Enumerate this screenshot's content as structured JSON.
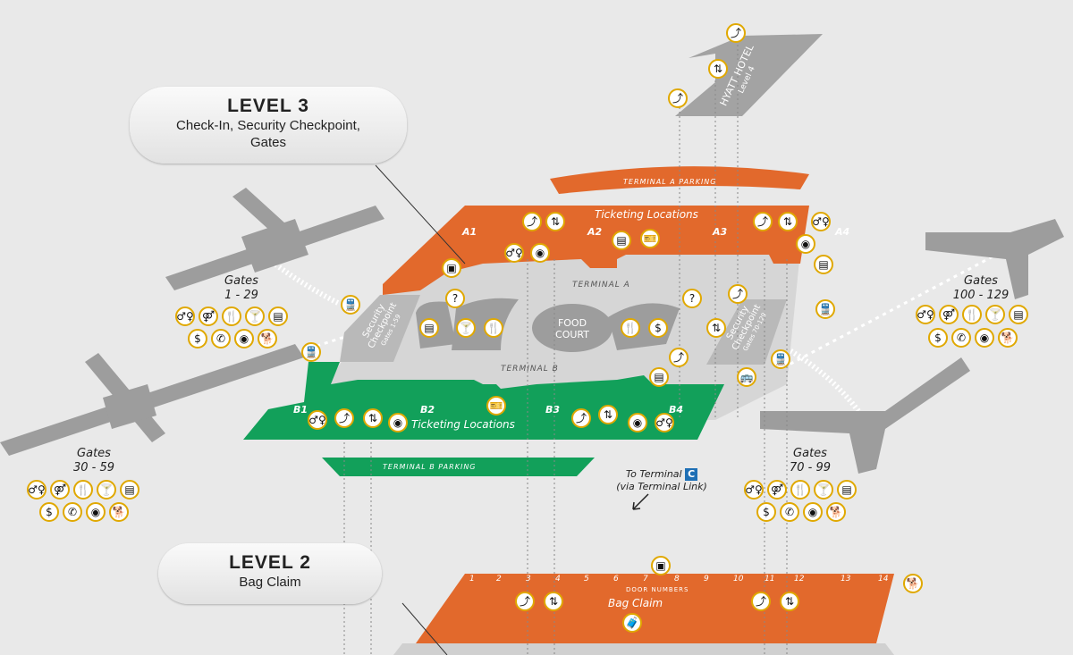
{
  "level3": {
    "title": "LEVEL 3",
    "line1": "Check-In, Security Checkpoint,",
    "line2": "Gates"
  },
  "level2": {
    "title": "LEVEL 2",
    "line1": "Bag Claim"
  },
  "terminal_a": {
    "parking": "TERMINAL A PARKING",
    "ticketing": "Ticketing Locations",
    "concourse": "TERMINAL A",
    "zones": [
      "A1",
      "A2",
      "A3",
      "A4"
    ]
  },
  "terminal_b": {
    "parking": "TERMINAL B PARKING",
    "ticketing": "Ticketing Locations",
    "concourse": "TERMINAL B",
    "zones": [
      "B1",
      "B2",
      "B3",
      "B4"
    ]
  },
  "food_court": {
    "line1": "FOOD",
    "line2": "COURT"
  },
  "checkpoint_left": {
    "line1": "Security",
    "line2": "Checkpoint",
    "gates": "Gates 1-59"
  },
  "checkpoint_right": {
    "line1": "Security",
    "line2": "Checkpoint",
    "gates": "Gates 70-129"
  },
  "hotel": {
    "name": "HYATT HOTEL",
    "level": "Level 4"
  },
  "gates_groups": [
    {
      "label": "Gates",
      "range": "1 - 29"
    },
    {
      "label": "Gates",
      "range": "30 - 59"
    },
    {
      "label": "Gates",
      "range": "70 - 99"
    },
    {
      "label": "Gates",
      "range": "100 - 129"
    }
  ],
  "terminal_c": {
    "line1": "To Terminal",
    "badge": "C",
    "line2": "(via Terminal Link)"
  },
  "bag_claim": {
    "label": "Bag Claim",
    "door_numbers": "DOOR NUMBERS",
    "doors": [
      "1",
      "2",
      "3",
      "4",
      "5",
      "6",
      "7",
      "8",
      "9",
      "10",
      "11",
      "12",
      "13",
      "14"
    ]
  },
  "icon_glyphs": {
    "restroom": "♂♀",
    "family-restroom": "⚤",
    "dining": "🍴",
    "bar": "🍸",
    "directory": "▤",
    "atm": "$",
    "phone": "✆",
    "nursing": "◉",
    "pet-relief": "🐕",
    "escalator": "⤴",
    "elevator": "⇅",
    "info": "?",
    "train": "🚆",
    "shuttle": "🚌",
    "luggage": "🧳",
    "ticket": "🎫",
    "kiosk": "▣"
  },
  "colors": {
    "orange": "#e2692c",
    "green": "#12a05a",
    "gray": "#b5b5b5",
    "floor": "#d6d6d6",
    "icon": "#f7d24a"
  }
}
